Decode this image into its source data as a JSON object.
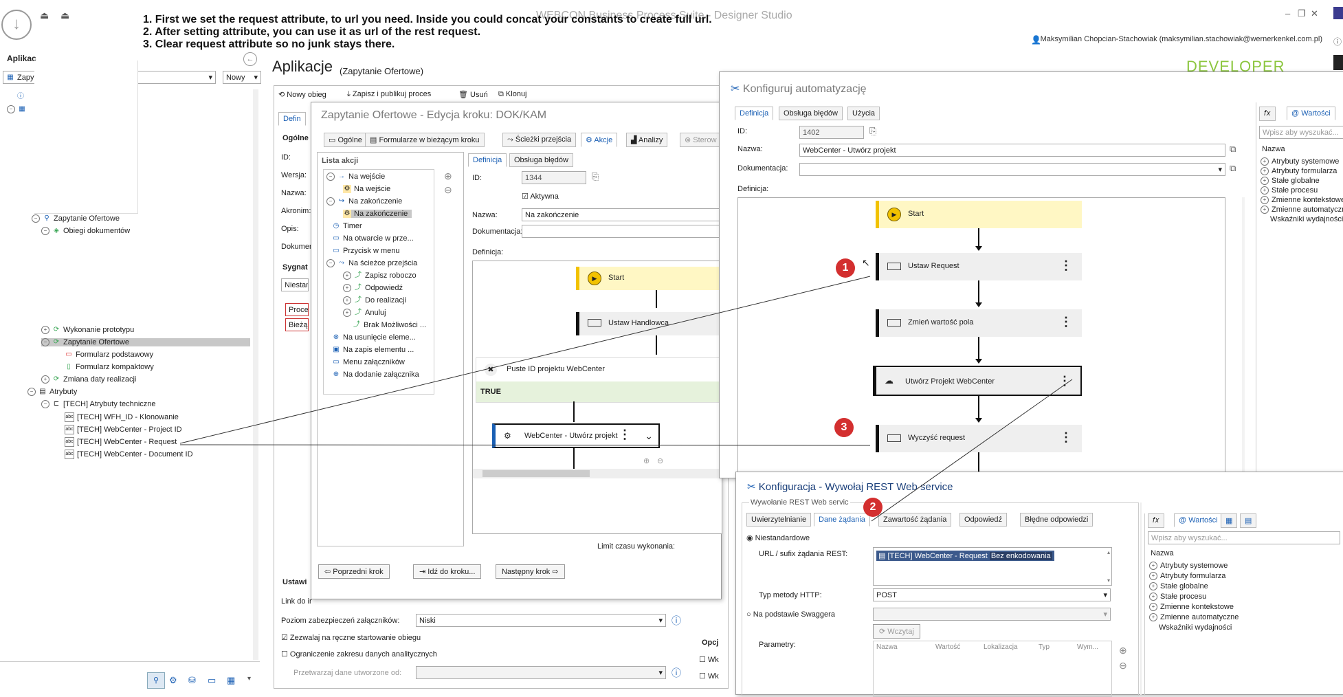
{
  "window_title": "WEBCON Business Process Suite - Designer Studio",
  "notes": [
    "1. First we set the request attribute, to url you need. Inside you could concat your constants to create full url.",
    "2. After setting attribute, you can use it as url of the rest request.",
    "3. Clear request attribute so no junk stays there."
  ],
  "user": "Maksymilian Chopcian-Stachowiak (maksymilian.stachowiak@wernerkenkel.com.pl)",
  "logo_text": "DEVELOPER",
  "app_header": {
    "title": "Aplikacje",
    "subtitle": "(Zapytanie Ofertowe)",
    "left_title": "Aplikac",
    "new_label": "Nowy"
  },
  "toolbar": {
    "new_flow": "Nowy obieg",
    "save_publish": "Zapisz i publikuj proces",
    "delete": "Usuń",
    "clone": "Klonuj"
  },
  "tree": {
    "z_label": "Zapytania",
    "items": {
      "app": "Zapytanie Ofertowe",
      "flows": "Obiegi dokumentów",
      "proto": "Wykonanie prototypu",
      "zo": "Zapytanie Ofertowe",
      "form_basic": "Formularz podstawowy",
      "form_compact": "Formularz kompaktowy",
      "date_change": "Zmiana daty realizacji",
      "attrs": "Atrybuty",
      "tech": "[TECH] Atrybuty techniczne",
      "a1": "[TECH] WFH_ID - Klonowanie",
      "a2": "[TECH] WebCenter - Project ID",
      "a3": "[TECH] WebCenter - Request",
      "a4": "[TECH] WebCenter - Document ID"
    }
  },
  "proc_form": {
    "def_tab": "Defin",
    "general": "Ogólne",
    "id": "ID:",
    "version": "Wersja:",
    "name": "Nazwa:",
    "acronym": "Akronim:",
    "desc": "Opis:",
    "doc": "Dokumen",
    "signature": "Sygnat",
    "nonstd": "Niestand",
    "proc": "Proces",
    "cur": "Bieżąc",
    "settings": "Ustawi",
    "link": "Link do ir",
    "security_label": "Poziom zabezpieczeń załączników:",
    "security_value": "Niski",
    "manual_start": "Zezwalaj na ręczne startowanie obiegu",
    "limit_scope": "Ograniczenie zakresu danych analitycznych",
    "process_from": "Przetwarzaj dane utworzone od:",
    "options": "Opcj",
    "wk1": "Wk",
    "wk2": "Wk"
  },
  "step_editor": {
    "title": "Zapytanie Ofertowe - Edycja kroku: DOK/KAM",
    "tabs": [
      "Ogólne",
      "Formularze w bieżącym kroku",
      "Ścieżki przejścia",
      "Akcje",
      "Analizy",
      "Sterow"
    ],
    "list_title": "Lista akcji",
    "actions": [
      "Na wejście",
      "Na wejście",
      "Na zakończenie",
      "Na zakończenie",
      "Timer",
      "Na otwarcie w prze...",
      "Przycisk w menu",
      "Na ścieżce przejścia",
      "Zapisz roboczo",
      "Odpowiedź",
      "Do realizacji",
      "Anuluj",
      "Brak Możliwości ...",
      "Na usunięcie eleme...",
      "Na zapis elementu ...",
      "Menu załączników",
      "Na dodanie załącznika"
    ],
    "sub_tabs": [
      "Definicja",
      "Obsługa błędów"
    ],
    "id_label": "ID:",
    "id_value": "1344",
    "active_label": "Aktywna",
    "name_label": "Nazwa:",
    "name_value": "Na zakończenie",
    "doc_label": "Dokumentacja:",
    "def_label": "Definicja:",
    "start": "Start",
    "set_sales": "Ustaw Handlowca",
    "cond": "Puste ID projektu WebCenter",
    "true": "TRUE",
    "create": "WebCenter - Utwórz projekt",
    "timeout": "Limit czasu wykonania:",
    "prev": "Poprzedni krok",
    "goto": "Idź do kroku...",
    "next": "Następny krok"
  },
  "automation": {
    "title": "Konfiguruj automatyzację",
    "tabs": [
      "Definicja",
      "Obsługa błędów",
      "Użycia"
    ],
    "id_label": "ID:",
    "id_value": "1402",
    "name_label": "Nazwa:",
    "name_value": "WebCenter - Utwórz projekt",
    "doc_label": "Dokumentacja:",
    "def_label": "Definicja:",
    "steps": [
      "Start",
      "Ustaw Request",
      "Zmień wartość pola",
      "Utwórz Projekt WebCenter",
      "Wyczyść request"
    ],
    "side_tab": "Wartości",
    "search_ph": "Wpisz aby wyszukać...",
    "col_name": "Nazwa",
    "side_items": [
      "Atrybuty systemowe",
      "Atrybuty formularza",
      "Stałe globalne",
      "Stałe procesu",
      "Zmienne kontekstowe",
      "Zmienne automatyczne",
      "Wskaźniki wydajności"
    ]
  },
  "rest": {
    "title": "Konfiguracja - Wywołaj REST Web service",
    "group": "Wywołanie REST Web servic",
    "tabs": [
      "Uwierzytelnianie",
      "Dane żądania",
      "Zawartość żądania",
      "Odpowiedź",
      "Błędne odpowiedzi"
    ],
    "nonstd": "Niestandardowe",
    "url_label": "URL / sufix żądania REST:",
    "url_token": "[TECH] WebCenter - Request",
    "url_token2": "Bez enkodowania",
    "method_label": "Typ metody HTTP:",
    "method_value": "POST",
    "swagger": "Na podstawie Swaggera",
    "load": "Wczytaj",
    "params": "Parametry:",
    "cols": [
      "Nazwa",
      "Wartość",
      "Lokalizacja",
      "Typ",
      "Wym..."
    ],
    "side_tab": "Wartości",
    "search_ph": "Wpisz aby wyszukać...",
    "col_name": "Nazwa",
    "side_items": [
      "Atrybuty systemowe",
      "Atrybuty formularza",
      "Stałe globalne",
      "Stałe procesu",
      "Zmienne kontekstowe",
      "Zmienne automatyczne",
      "Wskaźniki wydajności"
    ]
  },
  "badges": [
    "1",
    "2",
    "3"
  ],
  "colors": {
    "accent": "#1a5fb4",
    "badge": "#d32f2f",
    "start": "#f2c200",
    "true_bg": "#e6f2dc",
    "tree_green": "#3aa655"
  }
}
